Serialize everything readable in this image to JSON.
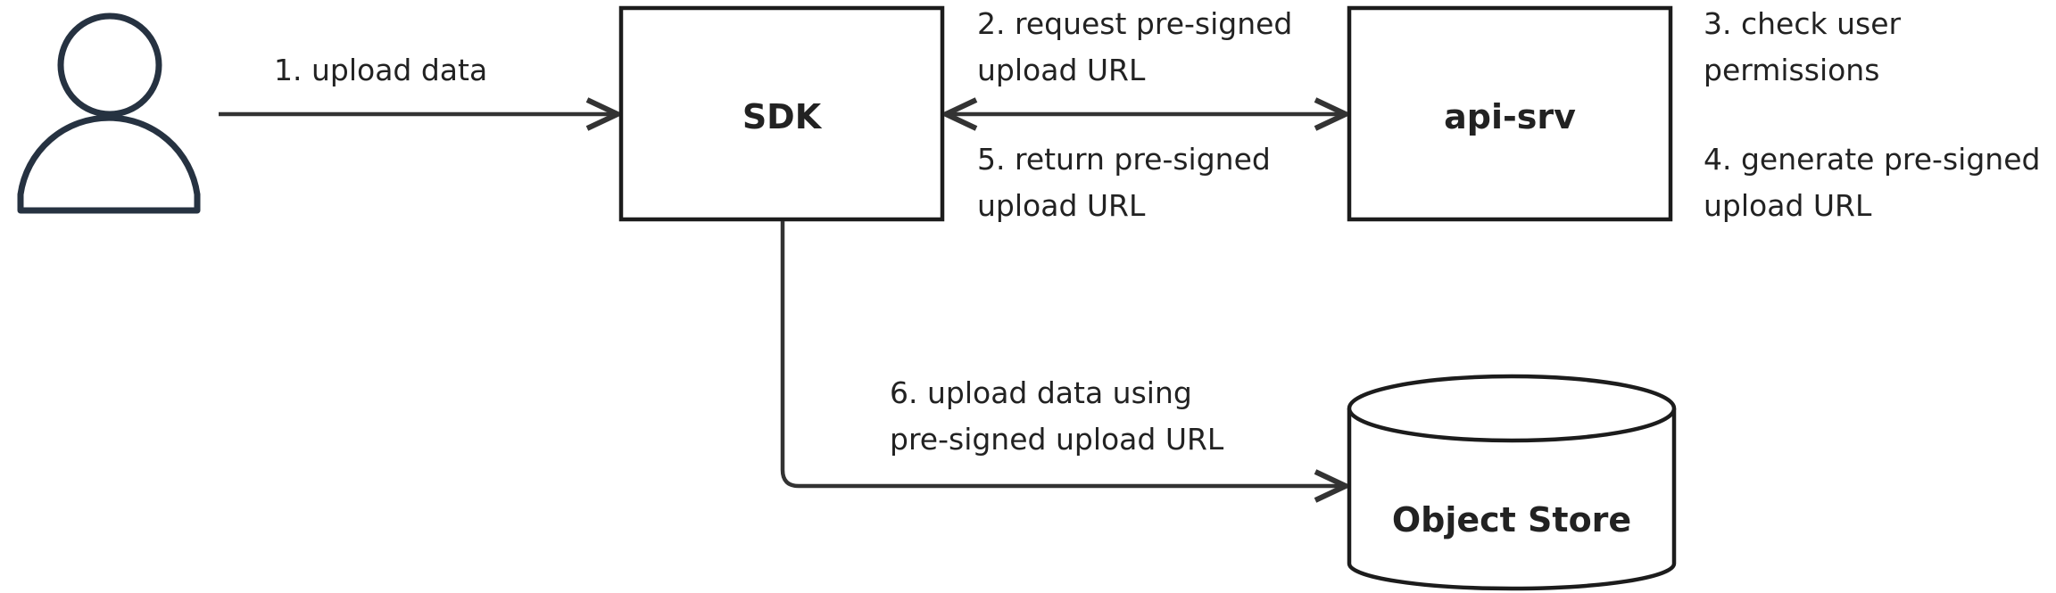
{
  "colors": {
    "stroke": "#1c1c1c",
    "edge": "#333333",
    "user_icon": "#263241",
    "text": "#222222",
    "background": "#ffffff"
  },
  "nodes": {
    "user": {
      "icon": "user-icon"
    },
    "sdk": {
      "label": "SDK"
    },
    "api_srv": {
      "label": "api-srv"
    },
    "object_store": {
      "label": "Object Store",
      "icon": "cylinder-database"
    }
  },
  "edges": {
    "upload_data": {
      "lines": [
        "1. upload data"
      ]
    },
    "request_url": {
      "lines": [
        "2. request pre-signed",
        "upload URL"
      ]
    },
    "check_permissions": {
      "lines": [
        "3. check user",
        "permissions"
      ]
    },
    "generate_url": {
      "lines": [
        "4. generate pre-signed",
        "upload URL"
      ]
    },
    "return_url": {
      "lines": [
        "5. return pre-signed",
        "upload URL"
      ]
    },
    "upload_with_url": {
      "lines": [
        "6. upload data using",
        "pre-signed upload URL"
      ]
    }
  }
}
